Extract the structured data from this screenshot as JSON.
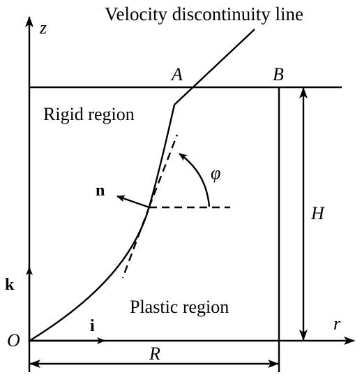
{
  "diagram": {
    "title_label": "Velocity discontinuity line",
    "rigid_region_label": "Rigid region",
    "plastic_region_label": "Plastic region",
    "point_a": "A",
    "point_b": "B",
    "origin": "O",
    "axis_z": "z",
    "axis_r": "r",
    "dim_h": "H",
    "dim_r": "R",
    "normal_vector": "n",
    "unit_i": "i",
    "unit_k": "k",
    "angle_phi": "φ"
  }
}
